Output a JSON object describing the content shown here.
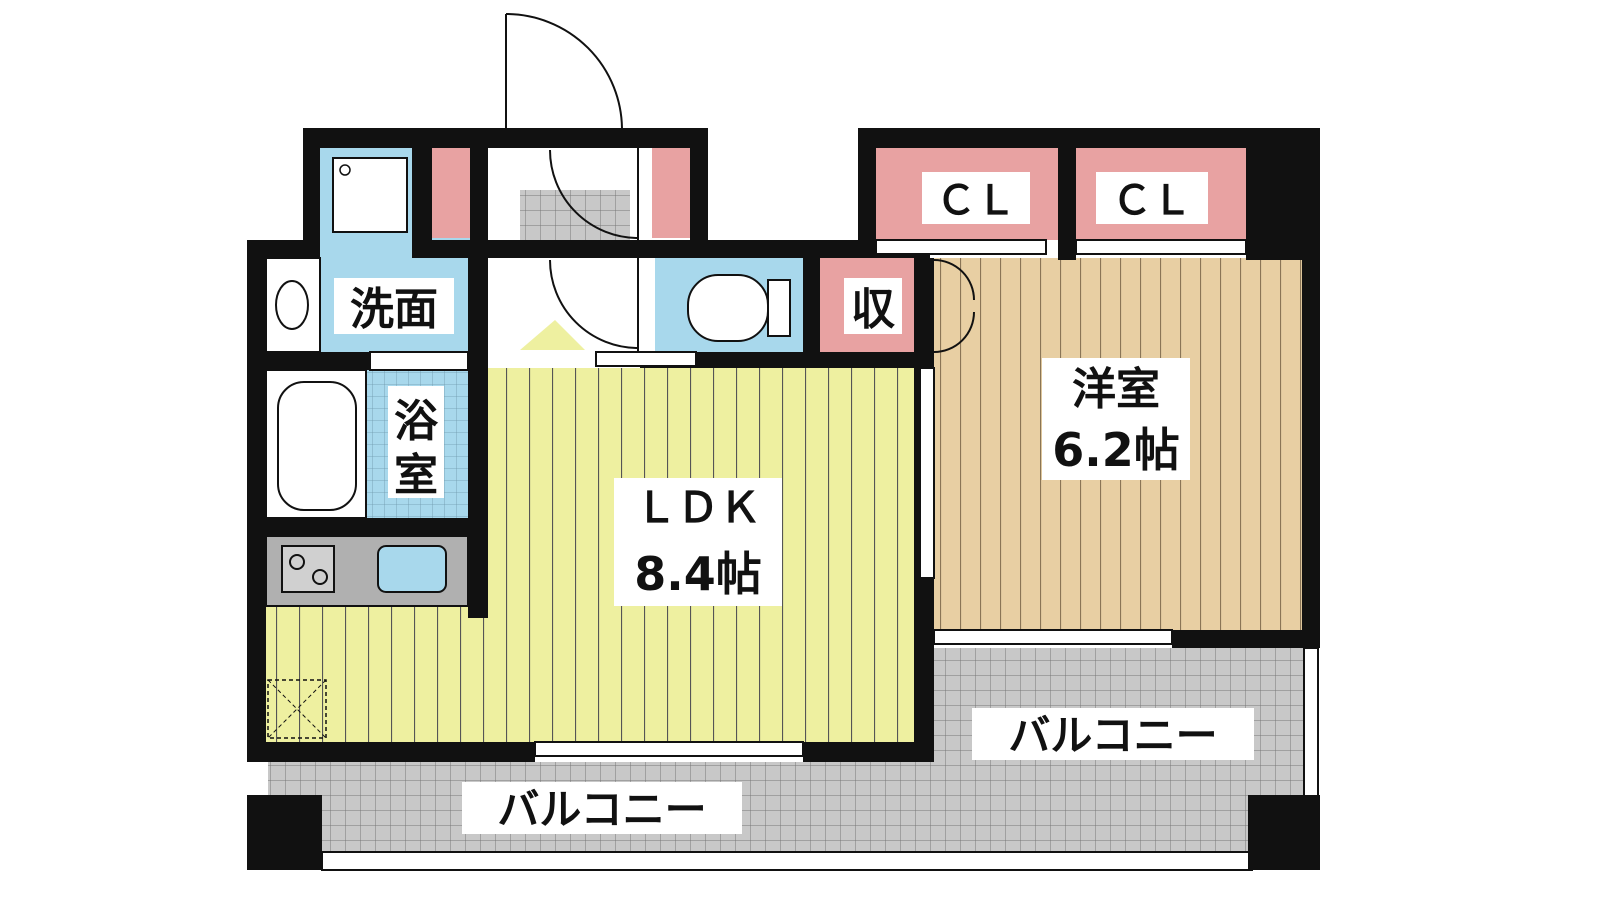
{
  "rooms": {
    "washroom": "洗面",
    "bath": [
      "浴",
      "室"
    ],
    "ldk": {
      "name": "ＬＤＫ",
      "size": "8.4帖"
    },
    "western_room": {
      "name": "洋室",
      "size": "6.2帖"
    },
    "closet_1": "ＣＬ",
    "closet_2": "ＣＬ",
    "storage": "収",
    "balcony_east": "バルコニー",
    "balcony_south": "バルコニー"
  },
  "colors": {
    "wall": "#111111",
    "ldk_floor": "#eef0a0",
    "western_floor": "#e8cfa3",
    "wet_area": "#a8d8ec",
    "storage": "#e8a2a2",
    "balcony": "#c8c8c8",
    "entrance_tile": "#c8c8c8"
  }
}
